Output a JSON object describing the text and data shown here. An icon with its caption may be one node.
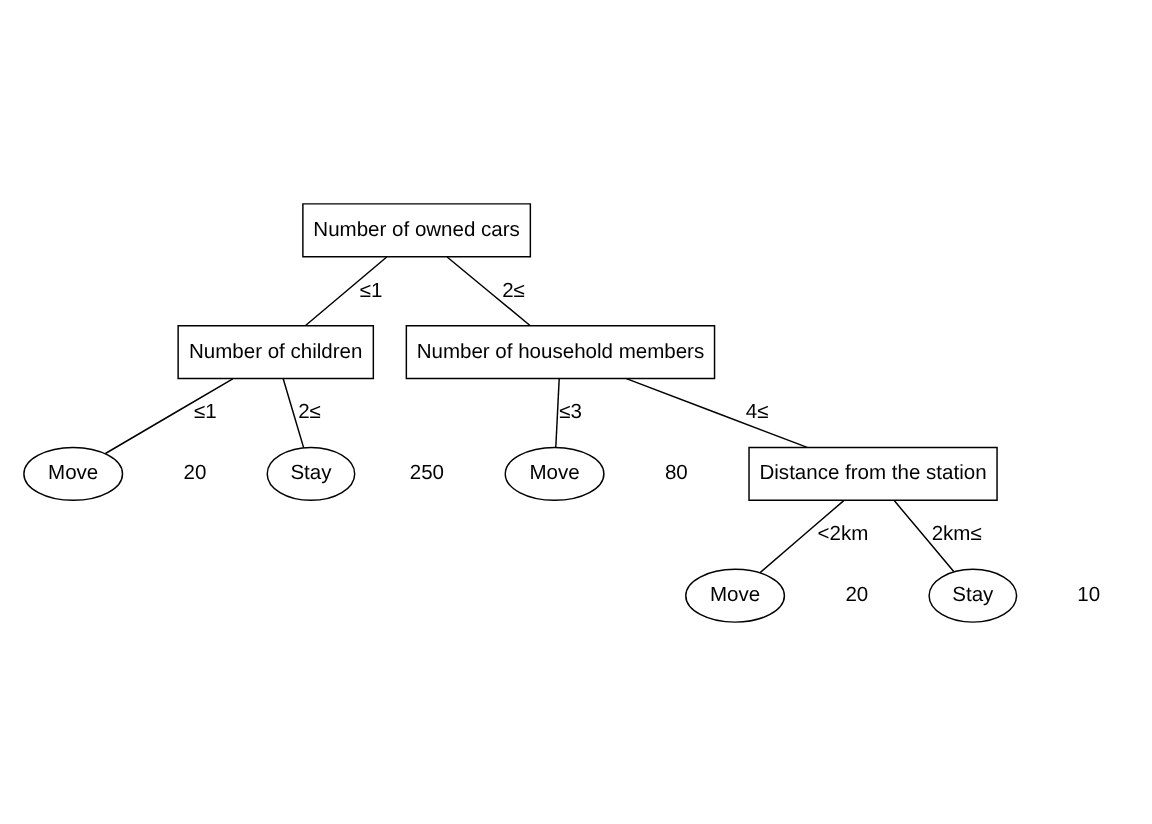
{
  "diagram": {
    "nodes": [
      {
        "text": [
          "Number of owned cars"
        ]
      },
      {
        "text": [
          "Number of children"
        ]
      },
      {
        "text": [
          "Number of household members"
        ]
      },
      {
        "text": [
          "Move"
        ],
        "beside": [
          "20"
        ]
      },
      {
        "text": [
          "Stay"
        ],
        "beside": [
          "250"
        ]
      },
      {
        "text": [
          "Move"
        ],
        "beside": [
          "80"
        ]
      },
      {
        "text": [
          "Distance from the station"
        ]
      },
      {
        "text": [
          "Move"
        ],
        "beside": [
          "20"
        ]
      },
      {
        "text": [
          "Stay"
        ],
        "beside": [
          "10"
        ]
      }
    ],
    "edges": [
      {
        "from": 0,
        "to": 1,
        "arrow": "none",
        "label": "≤1"
      },
      {
        "from": 0,
        "to": 2,
        "arrow": "none",
        "label": "2≤"
      },
      {
        "from": 1,
        "to": 3,
        "arrow": "none",
        "label": "≤1"
      },
      {
        "from": 1,
        "to": 4,
        "arrow": "none",
        "label": "2≤"
      },
      {
        "from": 2,
        "to": 5,
        "arrow": "none",
        "label": "≤3"
      },
      {
        "from": 2,
        "to": 6,
        "arrow": "none",
        "label": "4≤"
      },
      {
        "from": 6,
        "to": 7,
        "arrow": "none",
        "label": "<2km"
      },
      {
        "from": 6,
        "to": 8,
        "arrow": "none",
        "label": "2km≤"
      }
    ]
  }
}
